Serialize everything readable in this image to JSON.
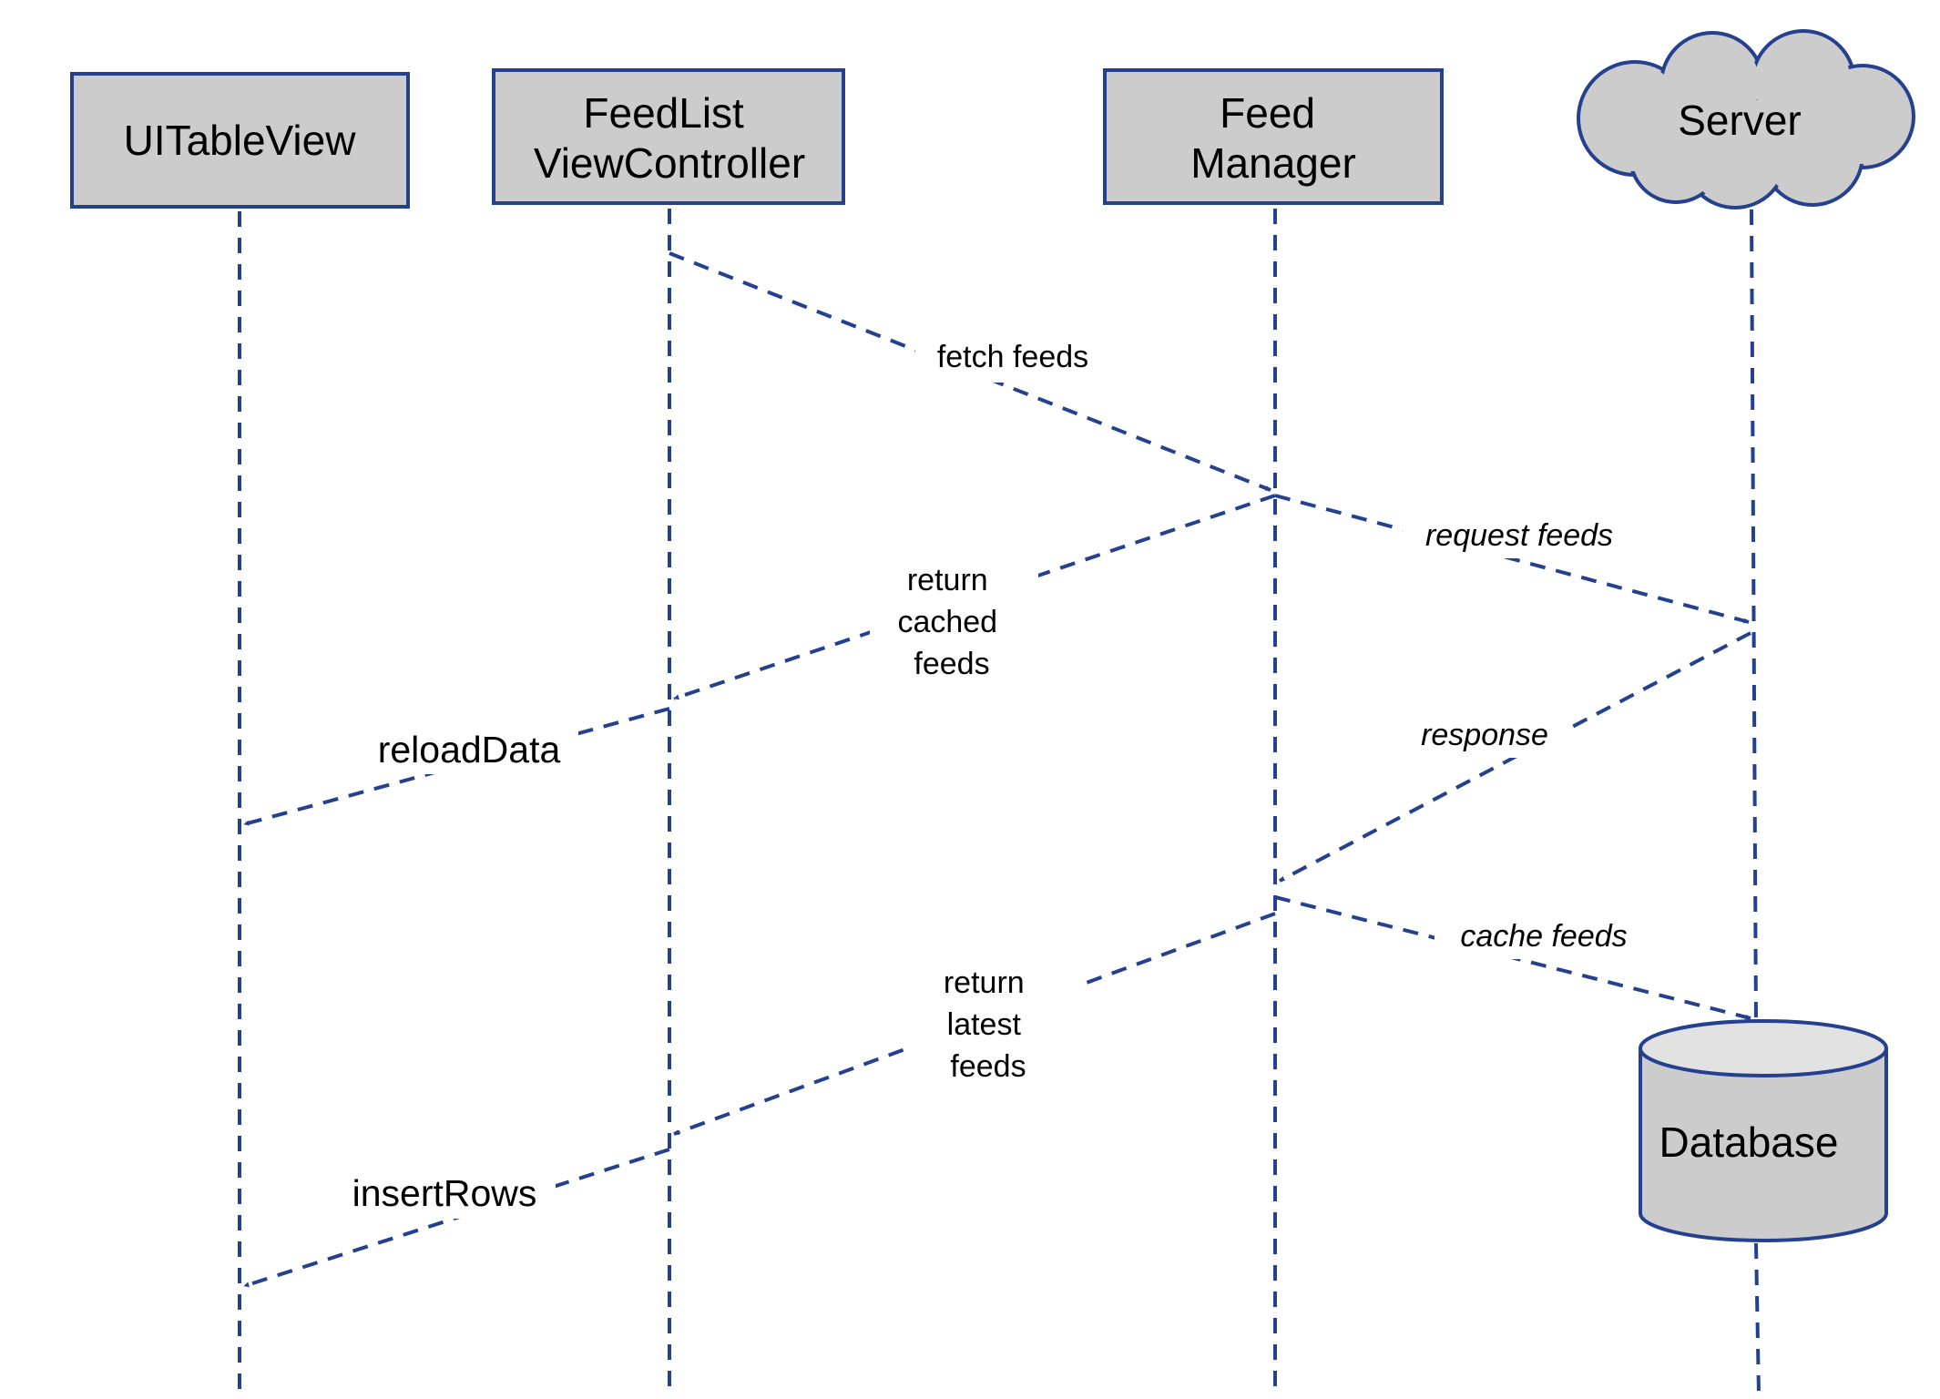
{
  "colors": {
    "line": "#24408e",
    "box_fill": "#cccccc",
    "db_top_fill": "#e2e2e2",
    "background": "#ffffff"
  },
  "actors": {
    "tableview": [
      "UITableView"
    ],
    "feedlist": [
      "FeedList",
      "ViewController"
    ],
    "feedmanager": [
      "Feed",
      "Manager"
    ],
    "server": [
      "Server"
    ],
    "database": [
      "Database"
    ]
  },
  "messages": {
    "fetch_feeds": [
      "fetch feeds"
    ],
    "request_feeds": [
      "request feeds"
    ],
    "return_cached": [
      "return",
      "cached",
      "feeds"
    ],
    "reload_data": [
      "reloadData"
    ],
    "response": [
      "response"
    ],
    "cache_feeds": [
      "cache feeds"
    ],
    "return_latest": [
      "return",
      "latest",
      "feeds"
    ],
    "insert_rows": [
      "insertRows"
    ]
  }
}
